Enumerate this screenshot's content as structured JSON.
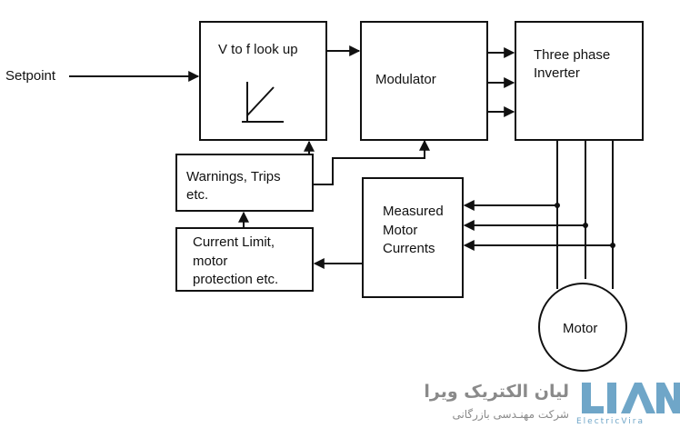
{
  "diagram": {
    "input_label": "Setpoint",
    "blocks": {
      "vf_lookup": "V to f look up",
      "modulator": "Modulator",
      "inverter": [
        "Three phase",
        "Inverter"
      ],
      "warnings": [
        "Warnings, Trips",
        "etc."
      ],
      "current_limit": [
        "Current Limit,",
        "motor",
        "protection etc."
      ],
      "measured": [
        "Measured",
        "Motor",
        "Currents"
      ],
      "motor": "Motor"
    }
  },
  "watermark": {
    "logo_text": "LIAN",
    "title": "لیان الکتریک ویرا",
    "subtitle": "شرکت مهنـدسی بازرگانی",
    "tagline": "ElectricVira",
    "logo_color": "#6fa6c8"
  }
}
